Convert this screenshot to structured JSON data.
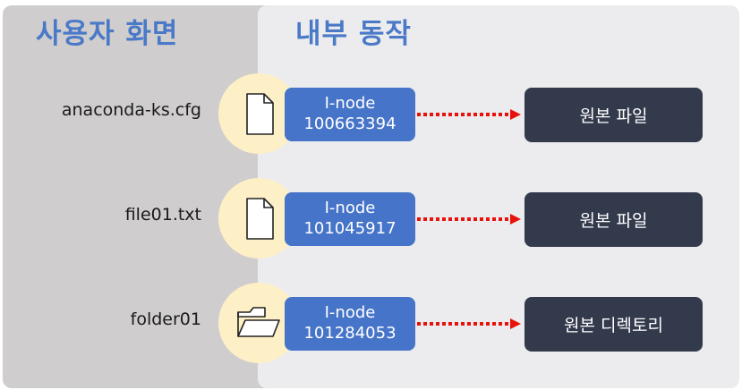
{
  "headings": {
    "user_view": "사용자 화면",
    "internal": "내부 동작"
  },
  "rows": [
    {
      "name": "anaconda-ks.cfg",
      "icon": "file-icon",
      "inode_label": "I-node",
      "inode_number": "100663394",
      "target": "원본 파일"
    },
    {
      "name": "file01.txt",
      "icon": "file-icon",
      "inode_label": "I-node",
      "inode_number": "101045917",
      "target": "원본 파일"
    },
    {
      "name": "folder01",
      "icon": "folder-icon",
      "inode_label": "I-node",
      "inode_number": "101284053",
      "target": "원본 디렉토리"
    }
  ],
  "colors": {
    "left_panel": "#cfcdce",
    "right_panel": "#ececee",
    "heading": "#4a79c8",
    "circle": "#fdefc6",
    "inode_box": "#4674c8",
    "target_box": "#323a4c",
    "arrow": "#e8120c"
  }
}
